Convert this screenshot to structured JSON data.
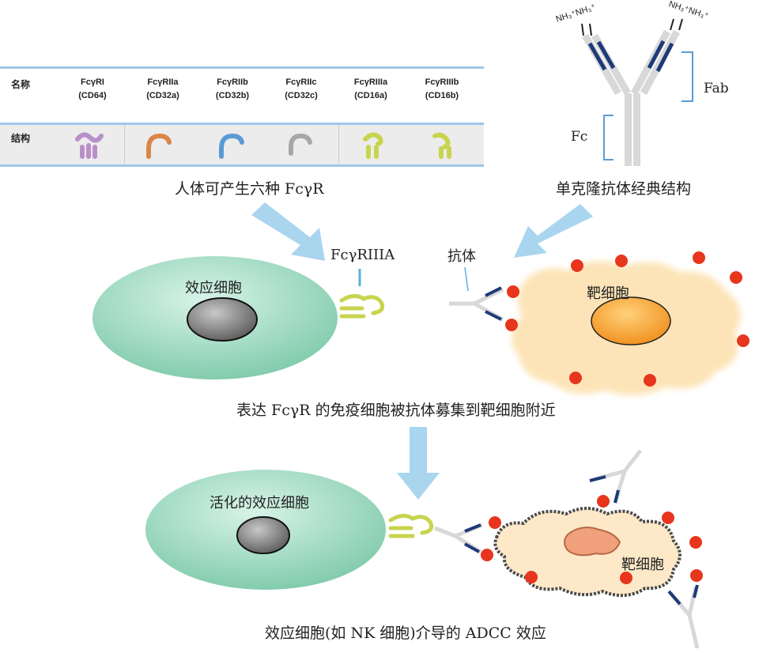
{
  "table": {
    "name_label": "名称",
    "structure_label": "结构",
    "receptors": [
      {
        "name": "FcγRI",
        "cd": "(CD64)",
        "color": "#b88fc9"
      },
      {
        "name": "FcγRIIa",
        "cd": "(CD32a)",
        "color": "#d9864a"
      },
      {
        "name": "FcγRIIb",
        "cd": "(CD32b)",
        "color": "#5b9bd5"
      },
      {
        "name": "FcγRIIc",
        "cd": "(CD32c)",
        "color": "#a8a8a8"
      },
      {
        "name": "FcγRIIIa",
        "cd": "(CD16a)",
        "color": "#c8d44e"
      },
      {
        "name": "FcγRIIIb",
        "cd": "(CD16b)",
        "color": "#c8d44e"
      }
    ],
    "caption": "人体可产生六种 FcγR"
  },
  "antibody": {
    "nh3_left": "NH₃⁺NH₃⁺",
    "nh3_right": "NH₃⁺NH₃⁺",
    "fab_label": "Fab",
    "fc_label": "Fc",
    "caption": "单克隆抗体经典结构"
  },
  "stage1": {
    "receptor_label": "FcγRIIIA",
    "antibody_label": "抗体",
    "effector_label": "效应细胞",
    "target_label": "靶细胞",
    "caption": "表达 FcγR 的免疫细胞被抗体募集到靶细胞附近"
  },
  "stage2": {
    "effector_label": "活化的效应细胞",
    "target_label": "靶细胞",
    "caption": "效应细胞(如 NK 细胞)介导的 ADCC 效应"
  },
  "colors": {
    "arrow": "#a9d5ef",
    "effector_cell": "#8fd3b6",
    "nucleus": "#8a8a8a",
    "target_cell": "#fde4b8",
    "target_nucleus": "#f5a623",
    "antigen": "#e8351d",
    "antibody_dark": "#1e3a78",
    "antibody_light": "#d8d8d8"
  }
}
